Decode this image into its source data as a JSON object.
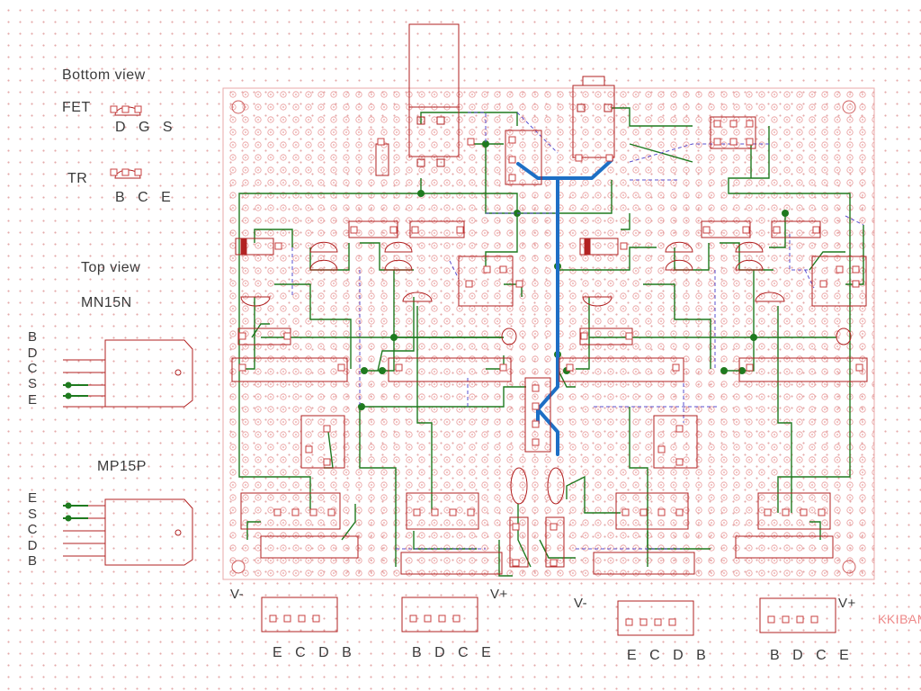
{
  "legend": {
    "bottom_view": "Bottom view",
    "fet_label": "FET",
    "fet_pins": "D G S",
    "tr_label": "TR",
    "tr_pins": "B C E",
    "top_view": "Top view",
    "mn15n": "MN15N",
    "mn15n_pins": [
      "B",
      "D",
      "C",
      "S",
      "E"
    ],
    "mp15p": "MP15P",
    "mp15p_pins": [
      "E",
      "S",
      "C",
      "D",
      "B"
    ]
  },
  "connectors": [
    {
      "supply": "V-",
      "pins": "E C D B"
    },
    {
      "supply": "V+",
      "pins": "B D C E"
    },
    {
      "supply": "V-",
      "pins": "E C D B"
    },
    {
      "supply": "V+",
      "pins": "B D C E"
    }
  ],
  "watermark": "KKIBAN",
  "colors": {
    "component_outline": "#b22222",
    "trace_green": "#1f7a1f",
    "jumper_blue": "#1e6fc5",
    "dashed_purple": "#5a4fcf",
    "grid_dot": "#e4a9a9",
    "pad": "#c84040"
  }
}
